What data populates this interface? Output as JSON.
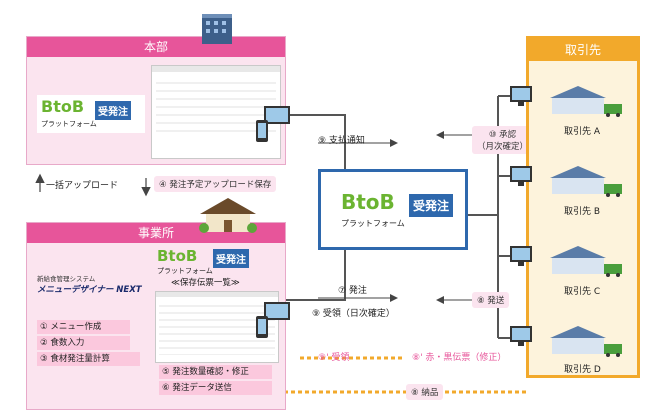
{
  "hq": {
    "title": "本部",
    "logo_b": "BtoB",
    "logo_sub": "プラットフォーム",
    "logo_tag": "受発注"
  },
  "site": {
    "title": "事業所",
    "logo_b": "BtoB",
    "logo_sub": "プラットフォーム",
    "logo_tag": "受発注",
    "system_line1": "新給食管理システム",
    "system_line2": "メニューデザイナー NEXT",
    "saved_list_title": "≪保存伝票一覧≫",
    "tasks": [
      "① メニュー作成",
      "② 食数入力",
      "③ 食材発注量計算"
    ],
    "steps": [
      "⑤ 発注数量確認・修正",
      "⑥ 発注データ送信"
    ]
  },
  "upload_label": "一括アップロード",
  "step4": "④ 発注予定アップロード保存",
  "center": {
    "logo_b": "BtoB",
    "logo_sub": "プラットフォーム",
    "logo_tag": "受発注"
  },
  "partners": {
    "title": "取引先",
    "items": [
      "取引先 A",
      "取引先 B",
      "取引先 C",
      "取引先 D"
    ]
  },
  "flows": {
    "step9_top": "⑨ 支払通知",
    "step10": "⑩ 承認\n（月次確定）",
    "step7": "⑦ 発注",
    "step9_mid": "⑨ 受領（日次確定）",
    "step8_send": "⑧ 発送",
    "step9_ret": "⑨' 受領",
    "step8_ret": "⑧' 赤・黒伝票（修正）",
    "step8_deliver": "⑧ 納品"
  },
  "colors": {
    "pink": "#e7559a",
    "orange": "#f2a92b",
    "blue": "#2e68ad",
    "green": "#6bb431"
  }
}
